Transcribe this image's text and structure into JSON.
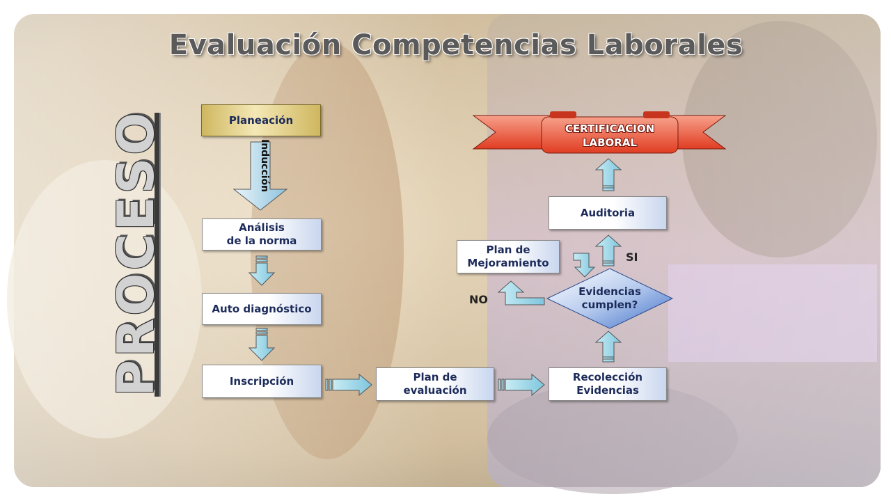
{
  "title": "Evaluación Competencias Laborales",
  "side_title": "PROCESO",
  "nodes": {
    "planeacion": "Planeación",
    "induccion": "Inducción",
    "analisis": "Análisis\nde la norma",
    "auto_diagnostico": "Auto diagnóstico",
    "inscripcion": "Inscripción",
    "plan_evaluacion": "Plan de\nevaluación",
    "recoleccion": "Recolección\nEvidencias",
    "evidencias_cumplen": "Evidencias\ncumplen?",
    "plan_mejoramiento": "Plan de\nMejoramiento",
    "auditoria": "Auditoria",
    "certificacion": "CERTIFICACION\nLABORAL"
  },
  "labels": {
    "si": "SI",
    "no": "NO"
  },
  "colors": {
    "gold_box": "#d9c47a",
    "box_gradient_end": "#c9d6ee",
    "arrow_fill": "#9fd6e8",
    "ribbon_red": "#e8553a",
    "diamond_blue": "#3f6fc9"
  }
}
